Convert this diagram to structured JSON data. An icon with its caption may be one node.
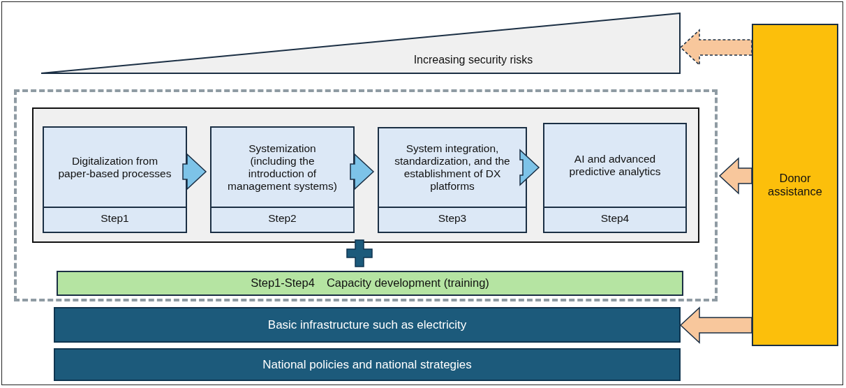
{
  "diagram": {
    "nodes": [
      {
        "text": [
          "Increasing security risks"
        ]
      },
      {
        "text": [],
        "shape": "box"
      },
      {
        "text": [],
        "shape": "box",
        "in": 1
      },
      {
        "text": [
          "Digitalization from paper-based processes",
          "Step1"
        ],
        "in": 2
      },
      {
        "text": [
          "Systemization (including the introduction of management systems)",
          "Step2"
        ],
        "in": 2
      },
      {
        "text": [
          "System integration, standardization, and the establishment of DX platforms",
          "Step3"
        ],
        "in": 2
      },
      {
        "text": [
          "AI and advanced predictive analytics",
          "Step4"
        ],
        "in": 2
      },
      {
        "text": [
          "Step1-Step4　Capacity development (training)"
        ],
        "in": 1
      },
      {
        "text": [
          "Basic infrastructure such as electricity"
        ]
      },
      {
        "text": [
          "National policies and national strategies"
        ]
      },
      {
        "text": [
          "Donor assistance"
        ]
      }
    ],
    "edges": [
      {
        "from": 3,
        "to": 4,
        "arrow": "to",
        "color": "#7dc3e8"
      },
      {
        "from": 4,
        "to": 5,
        "arrow": "to",
        "color": "#7dc3e8"
      },
      {
        "from": 5,
        "to": 6,
        "arrow": "to",
        "color": "#7dc3e8"
      },
      {
        "from": 10,
        "to": 0,
        "arrow": "to",
        "style": "dashed",
        "color": "#f8c79c"
      },
      {
        "from": 10,
        "to": 1,
        "arrow": "to",
        "color": "#f8c79c"
      },
      {
        "from": 10,
        "to": 8,
        "arrow": "to",
        "color": "#f8c79c"
      }
    ]
  }
}
